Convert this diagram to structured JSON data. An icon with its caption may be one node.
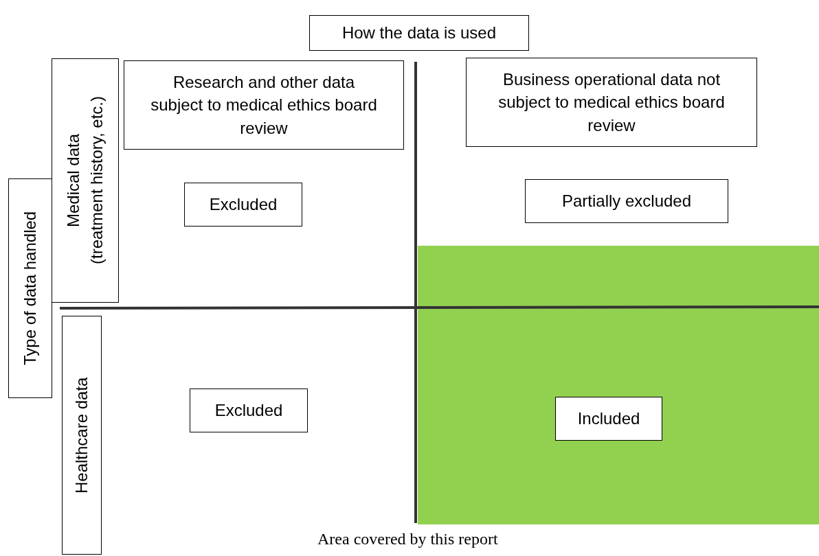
{
  "diagram": {
    "caption": "Area covered by this report",
    "nodes": [
      {
        "text": [
          "How the data is used"
        ]
      },
      {
        "text": [
          "Type of data handled"
        ]
      },
      {
        "text": [
          "Medical data (treatment history, etc.)"
        ]
      },
      {
        "text": [
          "Healthcare data"
        ]
      },
      {
        "text": [
          "Research and other data subject to medical ethics board review"
        ]
      },
      {
        "text": [
          "Business operational data not subject to medical ethics board review"
        ]
      },
      {
        "text": [
          "Excluded"
        ]
      },
      {
        "text": [
          "Partially excluded"
        ]
      },
      {
        "text": [
          "Excluded"
        ]
      },
      {
        "text": [],
        "shape": "box"
      },
      {
        "text": [
          "Included"
        ],
        "in": 9
      }
    ],
    "edges": []
  }
}
